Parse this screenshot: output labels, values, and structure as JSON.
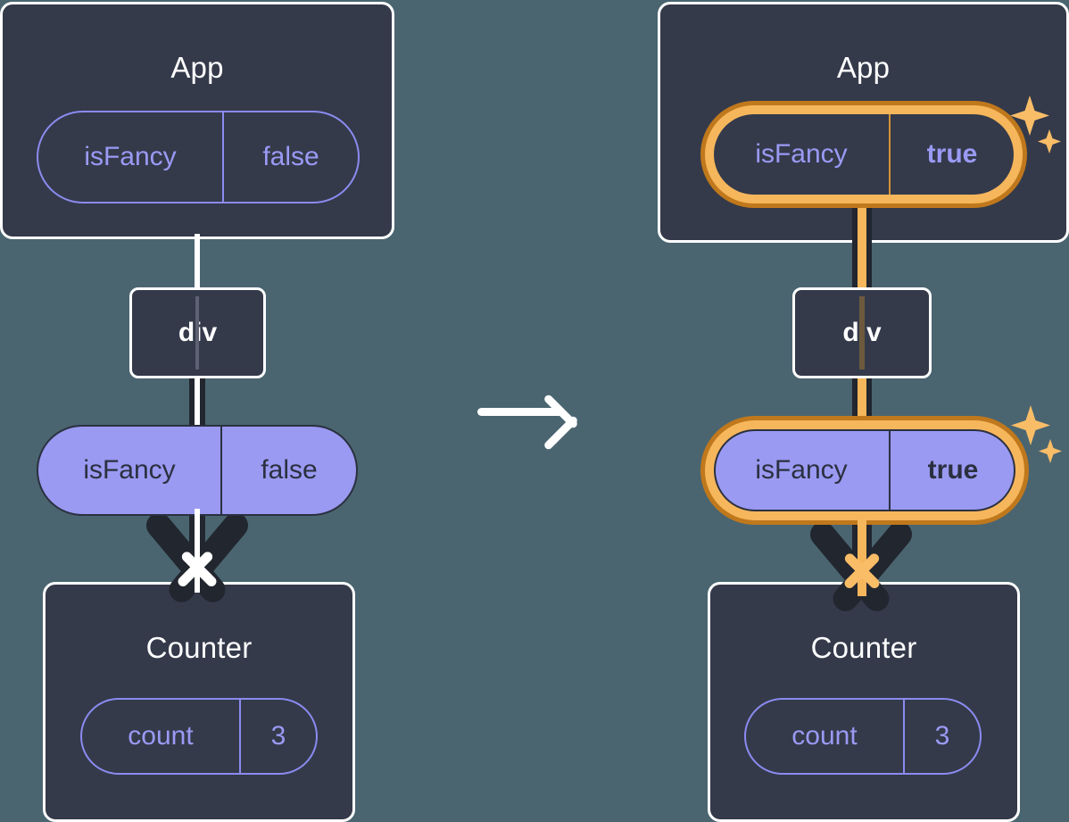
{
  "diagram": {
    "title_left": "App",
    "title_right": "App",
    "background_color": "#4a6570",
    "panel_color": "#343a4a",
    "accent_color": "#f6b65c",
    "accent_dark_color": "#c0781c",
    "prop_pill_color": "#9a9af2",
    "outline_pill_color": "#8b8bf0"
  },
  "transition": {
    "arrow_icon": "arrow-right-icon"
  },
  "left": {
    "app": {
      "title": "App",
      "state": {
        "name": "isFancy",
        "value": "false"
      }
    },
    "div": {
      "label": "div"
    },
    "prop": {
      "name": "isFancy",
      "value": "false"
    },
    "counter": {
      "title": "Counter",
      "state": {
        "name": "count",
        "value": "3"
      }
    }
  },
  "right": {
    "app": {
      "title": "App",
      "state": {
        "name": "isFancy",
        "value": "true"
      }
    },
    "div": {
      "label": "div"
    },
    "prop": {
      "name": "isFancy",
      "value": "true"
    },
    "counter": {
      "title": "Counter",
      "state": {
        "name": "count",
        "value": "3"
      }
    }
  }
}
